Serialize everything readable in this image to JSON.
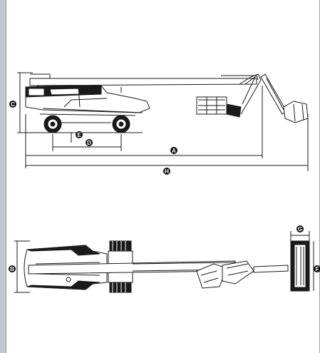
{
  "diagram": {
    "side_view": {
      "callouts": [
        "C",
        "E",
        "D",
        "A",
        "H"
      ]
    },
    "top_view": {
      "callouts": [
        "G",
        "B",
        "F"
      ]
    }
  },
  "colors": {
    "line": "#1a1a1a",
    "callout_fill": "#111111",
    "callout_text": "#ffffff",
    "page": "#ffffff",
    "frame": "#c9ccd6"
  }
}
